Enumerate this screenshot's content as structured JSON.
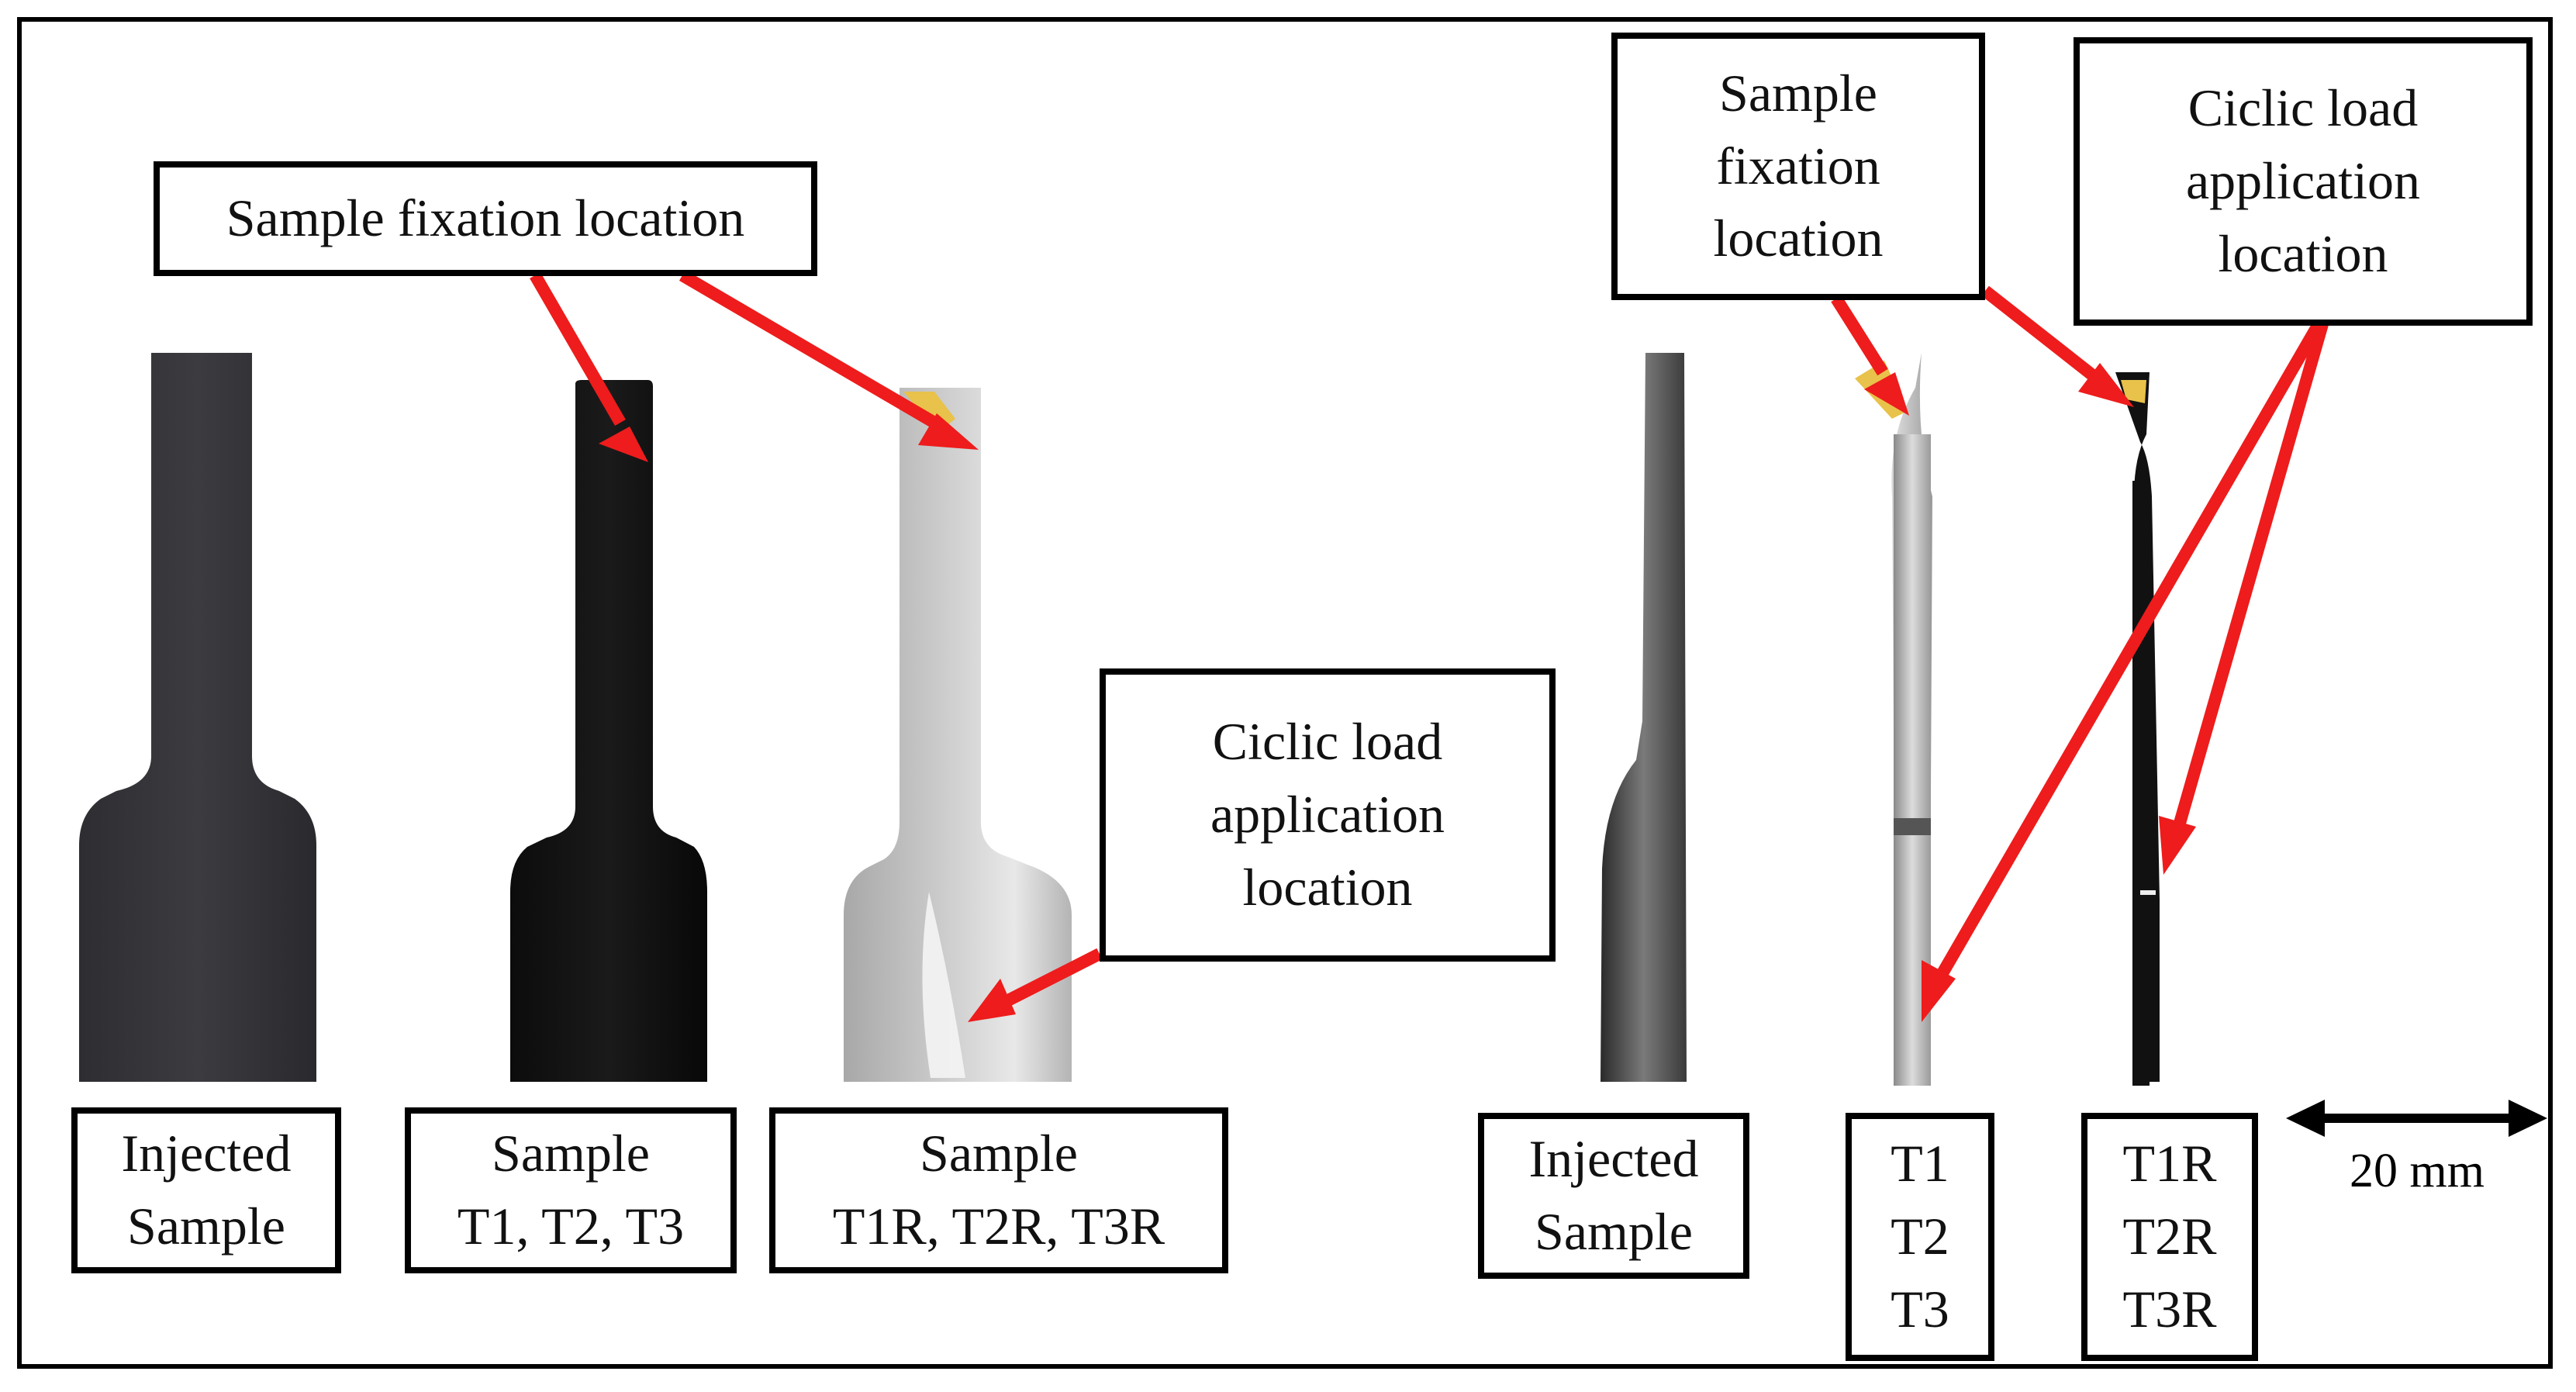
{
  "labels": {
    "fixation_left": "Sample fixation location",
    "fixation_right": "Sample\nfixation\nlocation",
    "cyclic_left": "Ciclic load\napplication\nlocation",
    "cyclic_right": "Ciclic load\napplication\nlocation",
    "injected_left": "Injected\nSample",
    "sample_t": "Sample\nT1, T2, T3",
    "sample_tr": "Sample\nT1R, T2R, T3R",
    "injected_right": "Injected\nSample",
    "t_list": "T1\nT2\nT3",
    "tr_list": "T1R\nT2R\nT3R"
  },
  "scale_bar": {
    "label": "20 mm"
  },
  "colors": {
    "arrow": "#ee1c1c",
    "border": "#000000",
    "fixation_mark": "#e8c24a"
  }
}
